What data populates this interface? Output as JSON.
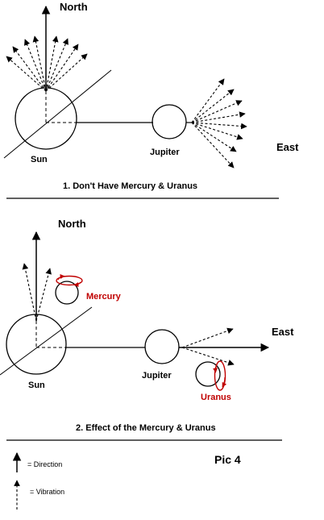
{
  "panel1": {
    "north": "North",
    "east": "East",
    "sun": "Sun",
    "jupiter": "Jupiter",
    "caption": "1. Don't Have Mercury & Uranus"
  },
  "panel2": {
    "north": "North",
    "east": "East",
    "sun": "Sun",
    "jupiter": "Jupiter",
    "mercury": "Mercury",
    "uranus": "Uranus",
    "caption": "2. Effect of the Mercury & Uranus"
  },
  "legend": {
    "direction": "= Direction",
    "vibration": "= Vibration",
    "pic": "Pic 4"
  },
  "colors": {
    "ink": "#000000",
    "planet_label_red": "#c00000",
    "orbit_red": "#c00000"
  }
}
